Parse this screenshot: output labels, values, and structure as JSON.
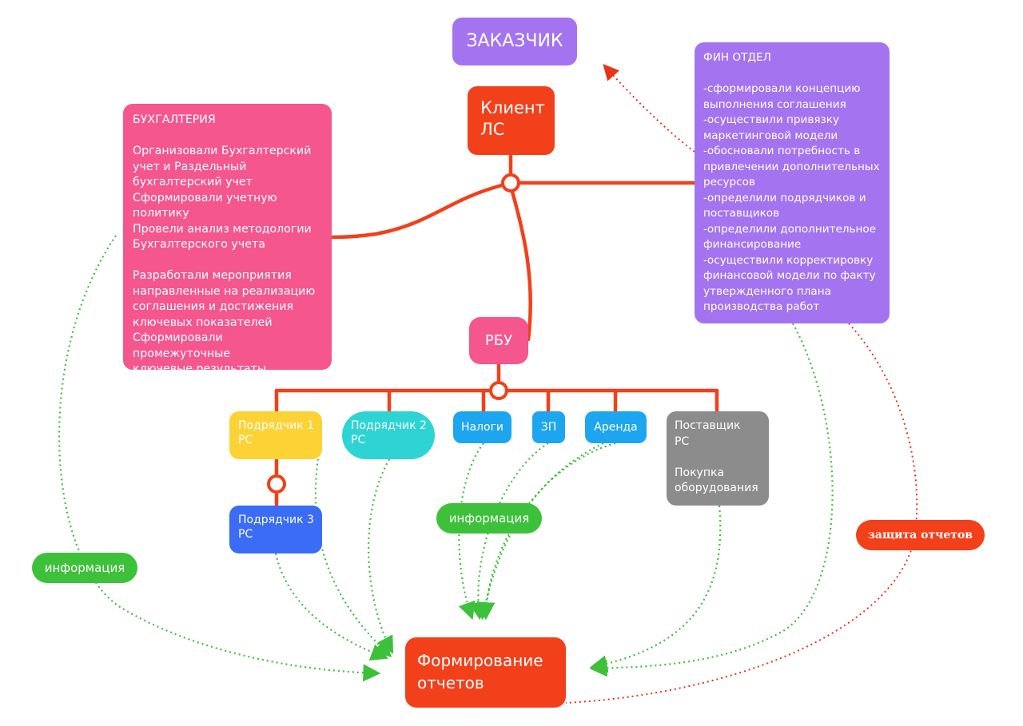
{
  "nodes": {
    "customer": "ЗАКАЗЧИК",
    "client": "Клиент\nЛС",
    "accounting": "БУХГАЛТЕРИЯ\n\nОрганизовали Бухгалтерский\nучет и Раздельный\nбухгалтерский учет\nСформировали учетную\nполитику\nПровели анализ методологии\nБухгалтерского учета\n\nРазработали мероприятия\nнаправленные на реализацию\nсоглашения и достижения\nключевых показателей\nСформировали промежуточные\nключевые результаты",
    "finance": "ФИН ОТДЕЛ\n\n-сформировали концепцию\nвыполнения соглашения\n-осуществили привязку\nмаркетинговой модели\n-обосновали потребность в\nпривлечении дополнительных\nресурсов\n-определили подрядчиков и\nпоставщиков\n-определили дополнительное\nфинансирование\n-осуществили корректировку\nфинансовой модели по факту\nутвержденного плана\nпроизводства работ",
    "rbu": "РБУ",
    "contractor1": "Подрядчик 1\nРС",
    "contractor2": "Подрядчик 2\nРС",
    "taxes": "Налоги",
    "salary": "ЗП",
    "rent": "Аренда",
    "supplier": "Поставщик\nРС\n\nПокупка\nоборудования",
    "contractor3": "Подрядчик 3\nРС",
    "reports": "Формирование\nотчетов"
  },
  "labels": {
    "info_left": "информация",
    "info_center": "информация",
    "defense": "защита отчетов"
  },
  "colors": {
    "connector": "#f2401a",
    "info_flow": "#3dc13a",
    "defense_flow": "#e8341a",
    "purple": "#a474f0",
    "pink": "#f5568e",
    "orange_red": "#f2401a",
    "yellow": "#fdd235",
    "cyan": "#2ed4d4",
    "blue": "#1ea5f0",
    "royal_blue": "#3a6cf5",
    "gray": "#8c8c8c",
    "green": "#3dc13a"
  }
}
